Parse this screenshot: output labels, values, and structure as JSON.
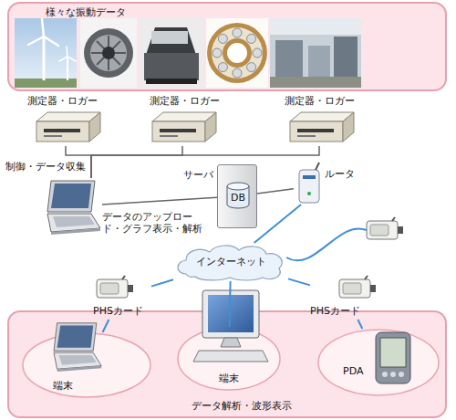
{
  "diagram": {
    "nodes": [
      {
        "text": [
          "様々な振動データ"
        ]
      },
      {
        "text": [
          "測定器・ロガー"
        ]
      },
      {
        "text": [
          "測定器・ロガー"
        ]
      },
      {
        "text": [
          "測定器・ロガー"
        ]
      },
      {
        "text": [
          "データのアップロード・グラフ表示・解析"
        ]
      },
      {
        "text": [
          "サーバ"
        ]
      },
      {
        "text": [
          "DB"
        ],
        "in": 5
      },
      {
        "text": [
          "ルータ"
        ]
      },
      {
        "text": [
          "インターネット"
        ]
      },
      {
        "text": [
          "PHSカード"
        ]
      },
      {
        "text": [
          "PHSカード"
        ]
      },
      {
        "text": [
          "データ解析・波形表示"
        ]
      },
      {
        "text": [
          "端末"
        ],
        "in": 11
      },
      {
        "text": [
          "端末"
        ],
        "in": 11
      },
      {
        "text": [
          "PDA"
        ],
        "in": 11
      }
    ],
    "edges": [
      {
        "from": 1,
        "to": 4,
        "arrow": "none",
        "label": "制御・データ収集"
      },
      {
        "from": 2,
        "to": 4,
        "arrow": "none"
      },
      {
        "from": 3,
        "to": 4,
        "arrow": "none"
      },
      {
        "from": 4,
        "to": 5,
        "arrow": "none"
      },
      {
        "from": 5,
        "to": 7,
        "arrow": "none"
      },
      {
        "from": 7,
        "to": 8,
        "arrow": "none"
      },
      {
        "from": 8,
        "to": 9,
        "arrow": "none"
      },
      {
        "from": 8,
        "to": 13,
        "arrow": "none"
      },
      {
        "from": 8,
        "to": 10,
        "arrow": "none"
      },
      {
        "from": 9,
        "to": 12,
        "arrow": "none"
      },
      {
        "from": 10,
        "to": 14,
        "arrow": "none"
      }
    ]
  }
}
